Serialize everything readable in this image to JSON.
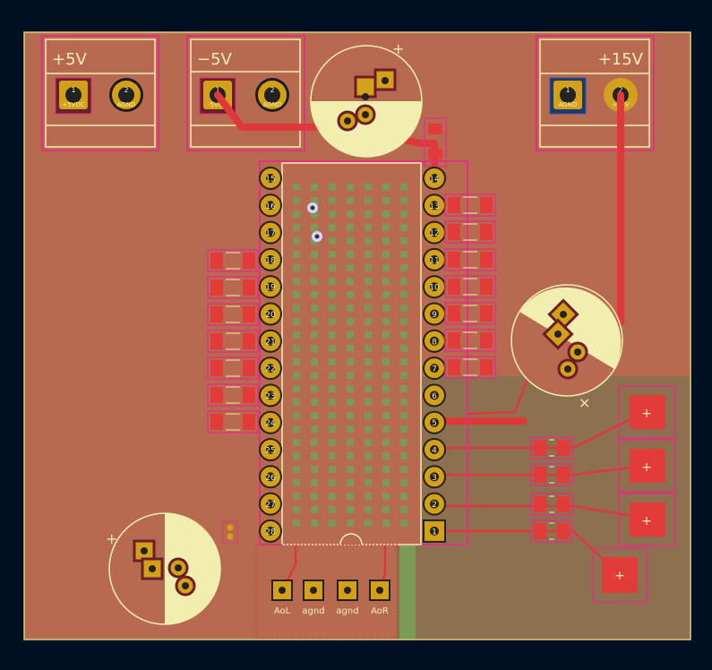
{
  "board": {
    "colors": {
      "background": "#001023",
      "copper_pour": "#b86a50",
      "ground_zone": "#8d7050",
      "green_zone": "#7a9a55",
      "silkscreen": "#f2eeb0",
      "courtyard": "#e0337e",
      "fab": "#d03040",
      "pad_fill": "#d4a017",
      "pad_red": "#e33a3a",
      "trace_red": "#e03838",
      "edge_cuts": "#d9d07a"
    },
    "connectors": [
      {
        "id": "J_p5v",
        "title": "+5V",
        "pin1": "1",
        "pin2": "2",
        "pin1_net": "+5VDC",
        "pin2_net": "AGND"
      },
      {
        "id": "J_m5v",
        "title": "−5V",
        "pin1": "1",
        "pin2": "2",
        "pin1_net": "-5VDC",
        "pin2_net": "AGND"
      },
      {
        "id": "J_p15v",
        "title": "+15V",
        "pin1": "1",
        "pin2": "2",
        "pin1_net": "AGND",
        "pin2_net": "+15V"
      }
    ],
    "ic_left_pins": [
      "15",
      "16",
      "17",
      "18",
      "19",
      "20",
      "21",
      "22",
      "23",
      "24",
      "25",
      "26",
      "27",
      "28"
    ],
    "ic_right_pins": [
      "14",
      "13",
      "12",
      "11",
      "10",
      "9",
      "8",
      "7",
      "6",
      "5",
      "4",
      "3",
      "2",
      "1"
    ],
    "header_pins": [
      "AoL",
      "agnd",
      "agnd",
      "AoR"
    ],
    "cap_markers": {
      "plus": "+",
      "cross": "×"
    }
  }
}
